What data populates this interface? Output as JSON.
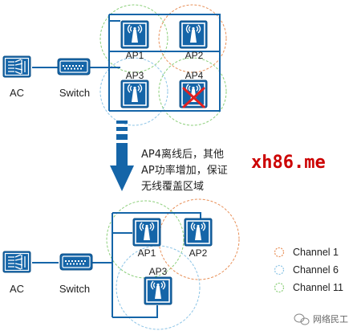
{
  "colors": {
    "device_fill": "#1565a8",
    "device_stroke": "#0e4f85",
    "link": "#1565a8",
    "fail_x": "#e02020",
    "arrow": "#1565a8",
    "watermark": "#cc0000",
    "channel1": "#e8915a",
    "channel6": "#8cc4e6",
    "channel11": "#8ccf7a"
  },
  "top": {
    "ac_label": "AC",
    "switch_label": "Switch",
    "aps": [
      "AP1",
      "AP2",
      "AP3",
      "AP4"
    ],
    "failed_ap": "AP4"
  },
  "transition": {
    "lines": [
      "AP4离线后，其他",
      "AP功率增加，保证",
      "无线覆盖区域"
    ]
  },
  "watermark": "xh86.me",
  "bottom": {
    "ac_label": "AC",
    "switch_label": "Switch",
    "aps": [
      "AP1",
      "AP2",
      "AP3"
    ]
  },
  "legend": [
    {
      "label": "Channel 1",
      "color": "#e8915a"
    },
    {
      "label": "Channel 6",
      "color": "#8cc4e6"
    },
    {
      "label": "Channel 11",
      "color": "#8ccf7a"
    }
  ],
  "badge": {
    "icon": "wechat-icon",
    "text": "网络民工"
  }
}
